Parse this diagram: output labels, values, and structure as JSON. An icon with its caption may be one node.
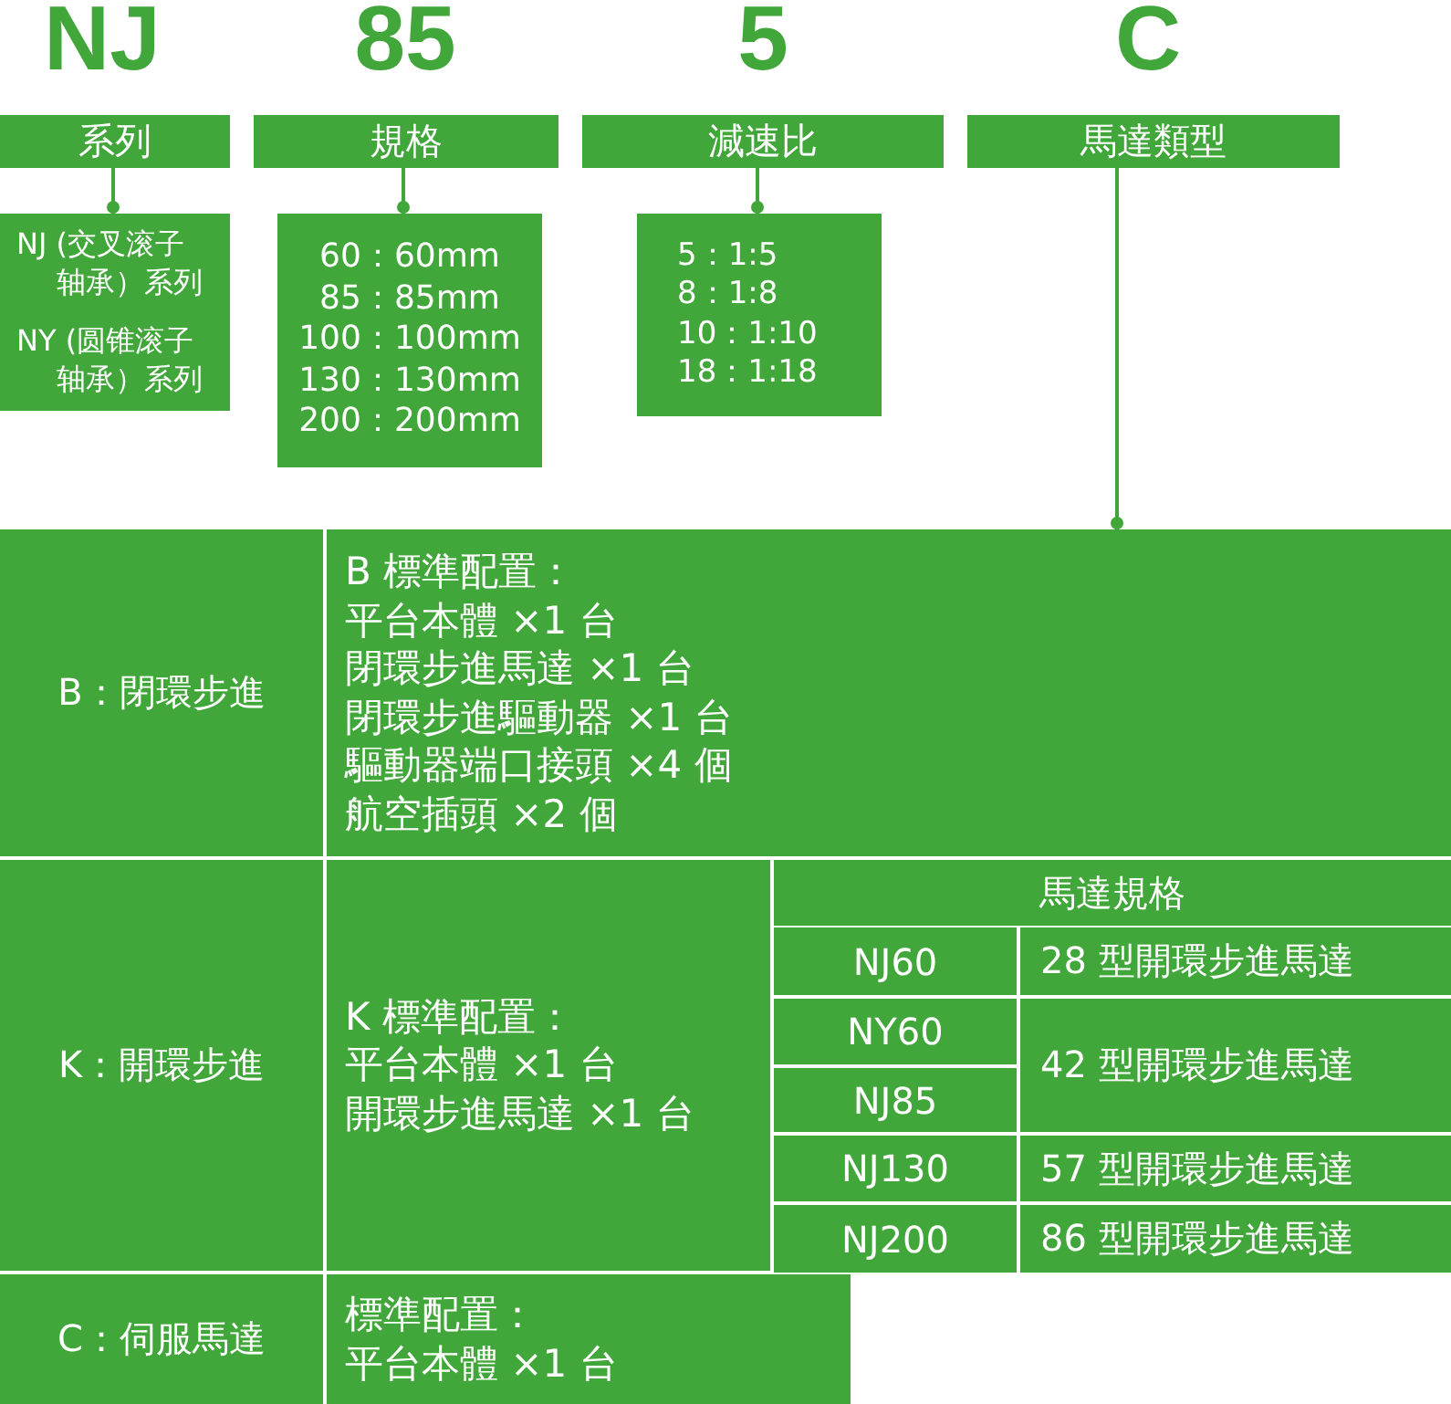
{
  "diagram": {
    "nodes": [
      {
        "text": [
          "系列"
        ]
      },
      {
        "text": [
          "規格"
        ]
      },
      {
        "text": [
          "減速比"
        ]
      },
      {
        "text": [
          "馬達類型"
        ]
      },
      {
        "text": [
          "NJ (交叉滚子轴承）系列",
          "NY (圆锥滚子轴承）系列"
        ]
      },
      {
        "text": [
          "60：60mm",
          "85：85mm",
          "100：100mm",
          "130：130mm",
          "200：200mm"
        ]
      },
      {
        "text": [
          "5：1:5",
          "8：1:8",
          "10：1:10",
          "18：1:18"
        ]
      },
      {
        "text": [
          "B：閉環步進"
        ]
      },
      {
        "text": [
          "B 標準配置：",
          "平台本體 ×1 台",
          "閉環步進馬達 ×1 台",
          "閉環步進驅動器 ×1 台",
          "驅動器端口接頭 ×4 個",
          "航空插頭 ×2 個"
        ]
      },
      {
        "text": [
          "K：開環步進"
        ]
      },
      {
        "text": [
          "K 標準配置：",
          "平台本體 ×1 台",
          "開環步進馬達 ×1 台"
        ]
      },
      {
        "text": [
          "馬達規格"
        ]
      },
      {
        "text": [
          "NJ60"
        ]
      },
      {
        "text": [
          "28 型開環步進馬達"
        ]
      },
      {
        "text": [
          "NY60"
        ]
      },
      {
        "text": [
          "42 型開環步進馬達"
        ]
      },
      {
        "text": [
          "NJ85"
        ]
      },
      {
        "text": [
          "NJ130"
        ]
      },
      {
        "text": [
          "57 型開環步進馬達"
        ]
      },
      {
        "text": [
          "NJ200"
        ]
      },
      {
        "text": [
          "86 型開環步進馬達"
        ]
      },
      {
        "text": [
          "C：伺服馬達"
        ]
      },
      {
        "text": [
          "標準配置：",
          "平台本體 ×1 台"
        ]
      }
    ],
    "edges": [
      {
        "from": 0,
        "to": 4,
        "arrow": "other"
      },
      {
        "from": 1,
        "to": 5,
        "arrow": "other"
      },
      {
        "from": 2,
        "to": 6,
        "arrow": "other"
      },
      {
        "from": 3,
        "to": 8,
        "arrow": "other"
      }
    ],
    "labels": [
      "NJ",
      "85",
      "5",
      "C"
    ]
  }
}
